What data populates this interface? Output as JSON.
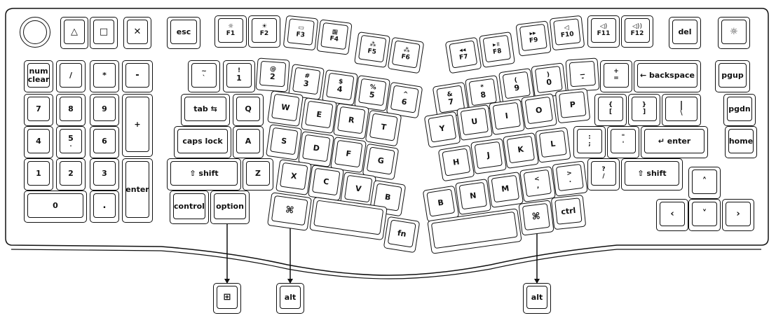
{
  "fkeys": {
    "f1": {
      "icon": "☼",
      "label": "F1"
    },
    "f2": {
      "icon": "☀",
      "label": "F2"
    },
    "f3": {
      "icon": "▭",
      "label": "F3"
    },
    "f4": {
      "icon": "▦",
      "label": "F4"
    },
    "f5": {
      "icon": "⁂",
      "label": "F5"
    },
    "f6": {
      "icon": "⁂",
      "label": "F6"
    },
    "f7": {
      "icon": "◂◂",
      "label": "F7"
    },
    "f8": {
      "icon": "▸॥",
      "label": "F8"
    },
    "f9": {
      "icon": "▸▸",
      "label": "F9"
    },
    "f10": {
      "icon": "◁",
      "label": "F10"
    },
    "f11": {
      "icon": "◁)",
      "label": "F11"
    },
    "f12": {
      "icon": "◁))",
      "label": "F12"
    }
  },
  "keys": {
    "triangle": "△",
    "square": "□",
    "cross": "✕",
    "esc": "esc",
    "del": "del",
    "light": "☼",
    "num1": "num",
    "num2": "clear",
    "slash": "/",
    "star": "*",
    "minus": "-",
    "n7": "7",
    "n8": "8",
    "n9": "9",
    "plus": "+",
    "n4": "4",
    "n5": "5",
    "n5dot": ".",
    "n6": "6",
    "n1": "1",
    "n2": "2",
    "n3": "3",
    "enter": "enter",
    "n0": "0",
    "dot": ".",
    "tilde": "~",
    "grave": "`",
    "ex": "!",
    "one": "1",
    "at": "@",
    "two": "2",
    "hash": "#",
    "three": "3",
    "dollar": "$",
    "four": "4",
    "pct": "%",
    "five": "5",
    "caret": "^",
    "six": "6",
    "amp": "&",
    "seven": "7",
    "ast": "*",
    "eight": "8",
    "lp": "(",
    "nine": "9",
    "rp": ")",
    "zero": "0",
    "us": "_",
    "hy": "-",
    "pl": "+",
    "eq": "=",
    "backspace": "← backspace",
    "pgup": "pgup",
    "pgdn": "pgdn",
    "home": "home",
    "tab": "tab ⇆",
    "q": "Q",
    "w": "W",
    "e": "E",
    "r": "R",
    "t": "T",
    "y": "Y",
    "u": "U",
    "i": "I",
    "o": "O",
    "p": "P",
    "lb": "{",
    "lb2": "[",
    "rb": "}",
    "rb2": "]",
    "pipe": "|",
    "bsl": "\\",
    "capslock": "caps lock",
    "a": "A",
    "s": "S",
    "d": "D",
    "f": "F",
    "g": "G",
    "h": "H",
    "j": "J",
    "k": "K",
    "l": "L",
    "colon": ":",
    "semi": ";",
    "quote": "\"",
    "apos": "'",
    "renter": "↵ enter",
    "lshift": "⇧ shift",
    "z": "Z",
    "x": "X",
    "c": "C",
    "v": "V",
    "b": "B",
    "n": "N",
    "m": "M",
    "lt": "<",
    "comma": ",",
    "gt": ">",
    "period": ".",
    "qm": "?",
    "fs": "/",
    "rshift": "⇧ shift",
    "up": "˄",
    "left": "‹",
    "down": "˅",
    "right": "›",
    "control": "control",
    "option": "option",
    "cmd": "⌘",
    "fn": "fn",
    "ctrl": "ctrl",
    "win": "⊞",
    "alt": "alt",
    "alt2": "alt"
  }
}
